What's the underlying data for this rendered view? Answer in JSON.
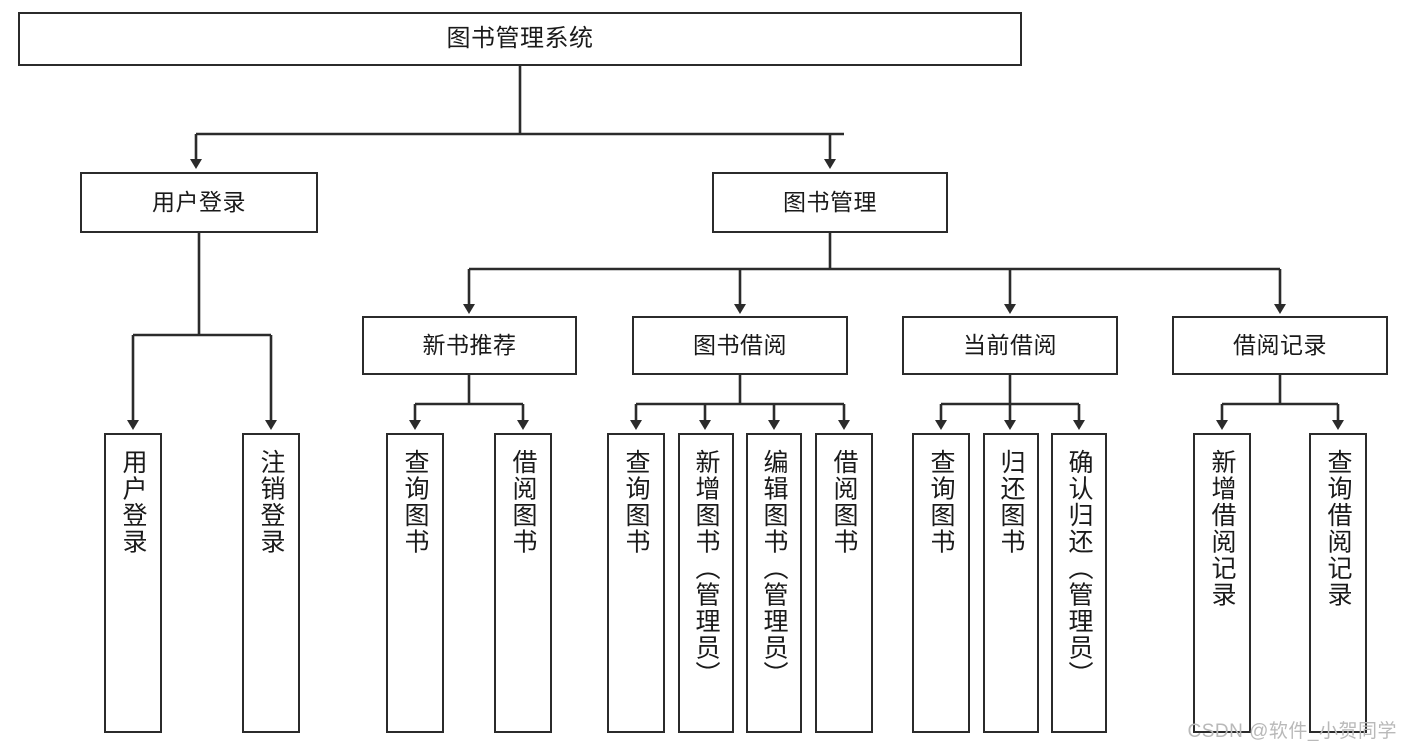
{
  "diagram": {
    "title": "图书管理系统",
    "type": "tree-hierarchy-chart",
    "stroke_color": "#2b2b2b",
    "fill_color": "#ffffff",
    "text_color": "#1a1a1a"
  },
  "watermark": {
    "text": "CSDN @软件_小贺同学",
    "color": "#b9b9b9"
  },
  "nodes": {
    "root": {
      "label": "图书管理系统"
    },
    "level2": [
      {
        "label": "用户登录"
      },
      {
        "label": "图书管理"
      }
    ],
    "level3": [
      {
        "label": "新书推荐"
      },
      {
        "label": "图书借阅"
      },
      {
        "label": "当前借阅"
      },
      {
        "label": "借阅记录"
      }
    ],
    "leaves": {
      "user_login": [
        {
          "label": "用户登录"
        },
        {
          "label": "注销登录"
        }
      ],
      "new_book_recommend": [
        {
          "label": "查询图书"
        },
        {
          "label": "借阅图书"
        }
      ],
      "book_borrow": [
        {
          "label": "查询图书"
        },
        {
          "label": "新增图书（管理员）"
        },
        {
          "label": "编辑图书（管理员）"
        },
        {
          "label": "借阅图书"
        }
      ],
      "current_borrow": [
        {
          "label": "查询图书"
        },
        {
          "label": "归还图书"
        },
        {
          "label": "确认归还（管理员）"
        }
      ],
      "borrow_record": [
        {
          "label": "新增借阅记录"
        },
        {
          "label": "查询借阅记录"
        }
      ]
    }
  }
}
